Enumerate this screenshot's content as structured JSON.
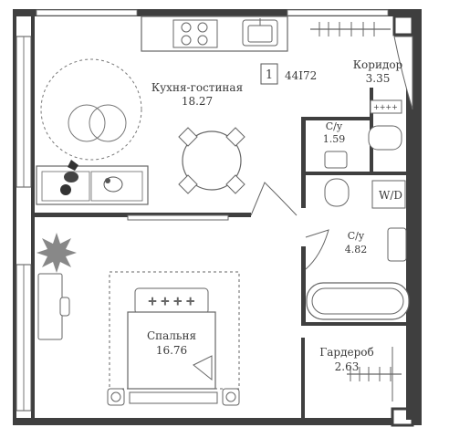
{
  "apartment": {
    "rooms_count": "1",
    "code": "44I72"
  },
  "rooms": [
    {
      "name": "Кухня-гостиная",
      "area": "18.27"
    },
    {
      "name": "Коридор",
      "area": "3.35"
    },
    {
      "name": "С/у",
      "area": "1.59"
    },
    {
      "name": "С/у",
      "area": "4.82"
    },
    {
      "name": "Спальня",
      "area": "16.76"
    },
    {
      "name": "Гардероб",
      "area": "2.63"
    }
  ],
  "appliances": {
    "washer_label": "W/D"
  },
  "colors": {
    "wall": "#3f3f3f",
    "fixture": "#6a6a6a",
    "text": "#3a3a3a"
  }
}
